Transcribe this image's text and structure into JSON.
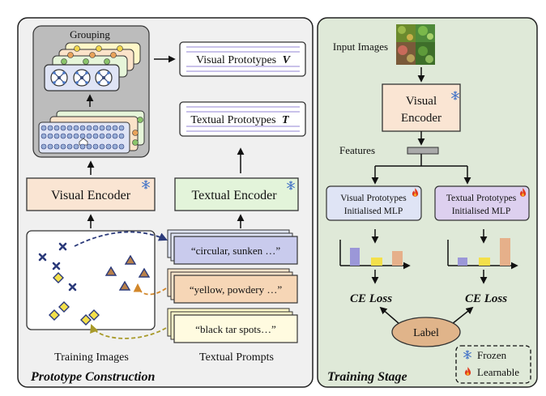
{
  "left_panel": {
    "title": "Prototype Construction",
    "grouping_label": "Grouping",
    "visual_prototypes": {
      "label": "Visual Prototypes",
      "symbol": "V"
    },
    "textual_prototypes": {
      "label": "Textual Prototypes",
      "symbol": "T"
    },
    "visual_encoder": "Visual Encoder",
    "textual_encoder": "Textual Encoder",
    "prompts": [
      "“circular, sunken …”",
      "“yellow, powdery …”",
      "“black tar spots…”"
    ],
    "training_images_label": "Training Images",
    "textual_prompts_label": "Textual Prompts"
  },
  "right_panel": {
    "title": "Training Stage",
    "input_images_label": "Input Images",
    "visual_encoder": [
      "Visual",
      "Encoder"
    ],
    "features_label": "Features",
    "visual_mlp": [
      "Visual Prototypes",
      "Initialised MLP"
    ],
    "textual_mlp": [
      "Textual Prototypes",
      "Initialised MLP"
    ],
    "ce_loss_left": "CE Loss",
    "ce_loss_right": "CE Loss",
    "label_node": "Label",
    "legend": {
      "frozen": "Frozen",
      "learnable": "Learnable"
    }
  },
  "icons": {
    "frozen": "snowflake-icon",
    "learnable": "flame-icon"
  },
  "colors": {
    "panel_bg": "#f0f0f0",
    "right_bg": "#dfe9d8",
    "visual_encoder": "#fae5d3",
    "textual_encoder": "#e3f4da",
    "prototype_box": "#e6e0f5",
    "mlp_visual": "#dfe4f5",
    "mlp_textual": "#ddd0ef",
    "label_fill": "#e0b48a",
    "snow": "#4a78c8",
    "flame": "#e03a1e",
    "dashed_blue": "#2b3a7a",
    "dashed_orange": "#d2872a",
    "dashed_olive": "#a89a2a"
  }
}
